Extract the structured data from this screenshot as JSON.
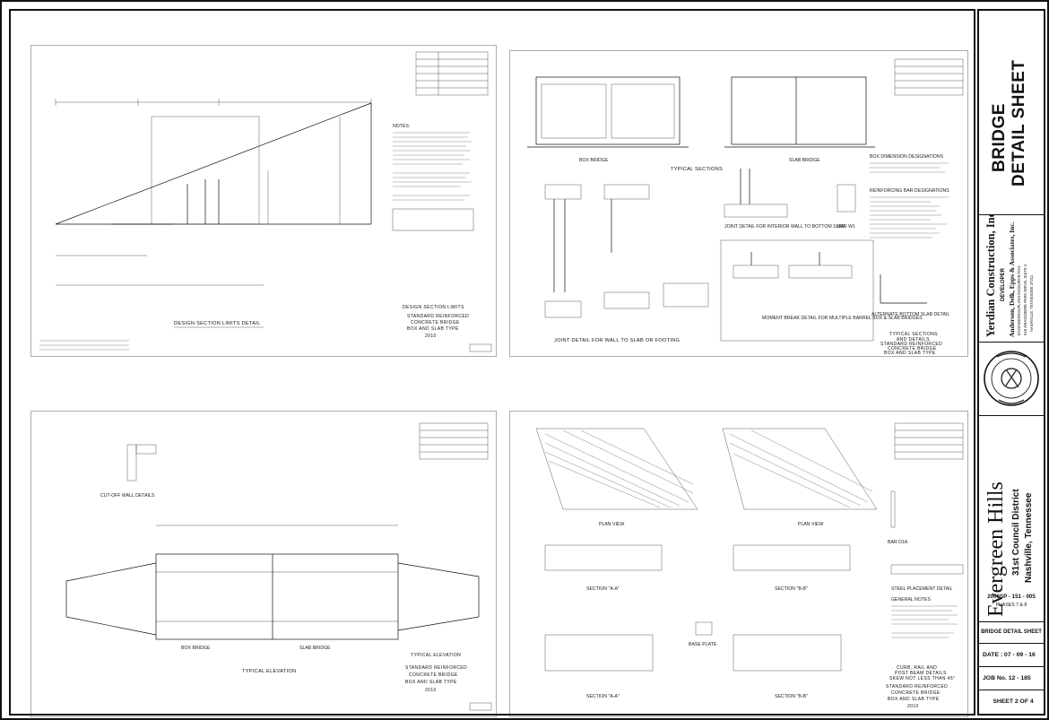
{
  "panels": {
    "top_left": {
      "stamp_lines": [
        "DESIGN SECTION LIMITS",
        "STANDARD REINFORCED",
        "CONCRETE BRIDGE",
        "BOX AND SLAB TYPE",
        "2010"
      ],
      "caption": "DESIGN SECTION LIMITS DETAIL",
      "notes_heading": "NOTES:"
    },
    "top_right": {
      "section_caption": "TYPICAL SECTIONS",
      "left_subcaption": "BOX BRIDGE",
      "right_subcaption": "SLAB BRIDGE",
      "joint_wall_caption": "JOINT DETAIL FOR WALL TO SLAB OR FOOTING",
      "joint_interior_caption": "JOINT DETAIL FOR INTERIOR WALL TO BOTTOM SLAB",
      "moment_caption": "MOMENT BREAK DETAIL FOR MULTIPLE BARREL BOX & SLAB BRIDGES",
      "box_dim_heading": "BOX DIMENSION DESIGNATIONS",
      "bar_heading": "REINFORCING BAR DESIGNATIONS",
      "alt_caption": "ALTERNATE BOTTOM SLAB DETAIL",
      "bar_w1": "BAR W1",
      "stamp_lines": [
        "TYPICAL SECTIONS",
        "AND DETAILS",
        "STANDARD REINFORCED",
        "CONCRETE BRIDGE",
        "BOX AND SLAB TYPE",
        "2010"
      ]
    },
    "bottom_left": {
      "cutoff_caption": "CUT-OFF WALL DETAILS",
      "elevation_caption": "TYPICAL ELEVATION",
      "box_bridge": "BOX BRIDGE",
      "slab_bridge": "SLAB BRIDGE",
      "stamp_lines": [
        "TYPICAL ELEVATION",
        "STANDARD REINFORCED",
        "CONCRETE BRIDGE",
        "BOX AND SLAB TYPE",
        "2010"
      ]
    },
    "bottom_right": {
      "plan_view_left": "PLAN VIEW",
      "plan_view_right": "PLAN VIEW",
      "section_aa": "SECTION \"A-A\"",
      "section_bb": "SECTION \"B-B\"",
      "base_plate": "BASE PLATE",
      "steel_placement": "STEEL PLACEMENT DETAIL",
      "general_notes": "GENERAL NOTES",
      "bar_d1a": "BAR D1A",
      "stamp_lines": [
        "CURB, RAIL AND",
        "POST BEAM DETAILS",
        "SKEW NOT LESS THAN 45°",
        "STANDARD REINFORCED",
        "CONCRETE BRIDGE",
        "BOX AND SLAB TYPE",
        "2010"
      ]
    }
  },
  "titleblock": {
    "sheet_title_line1": "BRIDGE",
    "sheet_title_line2": "DETAIL SHEET",
    "contractor": "Yerdian Construction, Inc.",
    "developer_label": "DEVELOPER",
    "engineer": "Anderson, Delk, Epps & Associates, Inc.",
    "engineer_sub": "ENGINEERING/PLANNING/SURVEYING",
    "engineer_address1": "618 GRASSMERE PARK DRIVE, SUITE 4",
    "engineer_address2": "NASHVILLE, TENNESSEE 37211",
    "project_name": "Evergreen Hills",
    "district": "31st Council District",
    "location": "Nashville, Tennessee",
    "project_number": "2006SP - 151 - 005",
    "phases": "PHASES 7 & 8",
    "sheet_name": "BRIDGE DETAIL SHEET",
    "date_label": "DATE :",
    "date": "07 - 09 - 16",
    "job_label": "JOB No.",
    "job_number": "12 - 185",
    "sheet_label": "SHEET",
    "sheet_count": "2 OF 4"
  }
}
